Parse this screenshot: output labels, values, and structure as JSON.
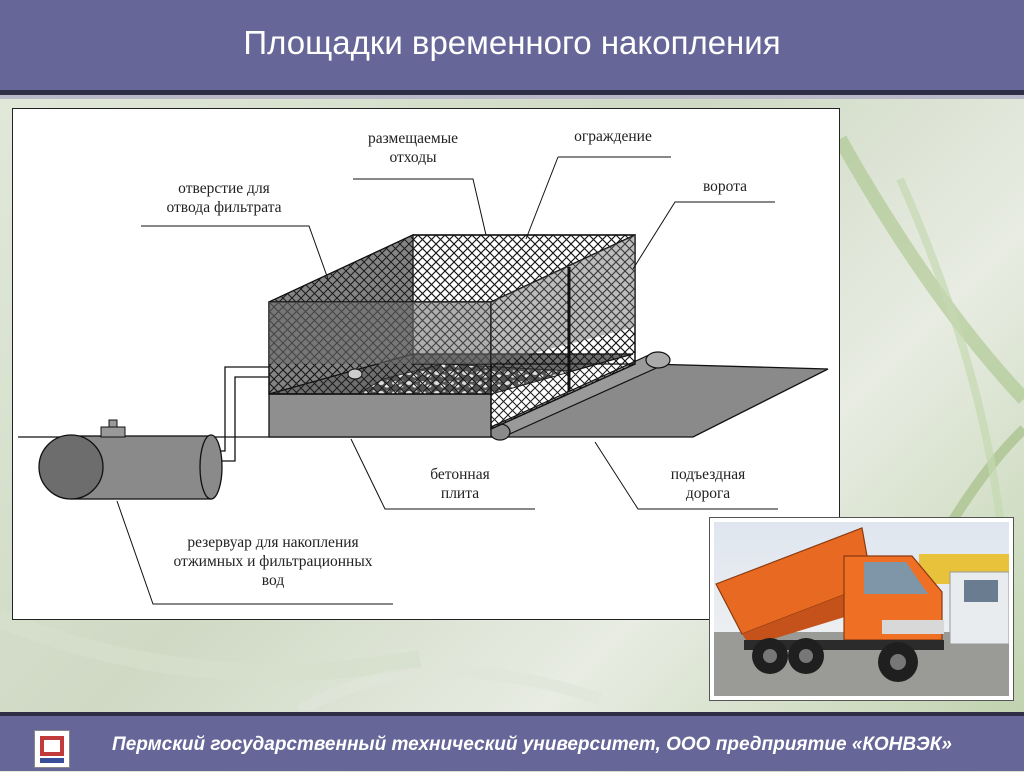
{
  "slide": {
    "title": "Площадки временного накопления",
    "footer": "Пермский государственный технический университет, ООО предприятие «КОНВЭК»",
    "colors": {
      "header": "#666698",
      "header_border": "#2e2e46",
      "footer": "#666698"
    }
  },
  "diagram": {
    "labels": {
      "waste_line1": "размещаемые",
      "waste_line2": "отходы",
      "fence": "ограждение",
      "gate": "ворота",
      "drain_line1": "отверстие для",
      "drain_line2": "отвода фильтрата",
      "slab_line1": "бетонная",
      "slab_line2": "плита",
      "road_line1": "подъездная",
      "road_line2": "дорога",
      "tank_line1": "резервуар для накопления",
      "tank_line2": "отжимных и фильтрационных",
      "tank_line3": "вод"
    }
  },
  "photo": {
    "subject": "dump-truck-photo",
    "logo_icon": "university-logo-icon"
  }
}
